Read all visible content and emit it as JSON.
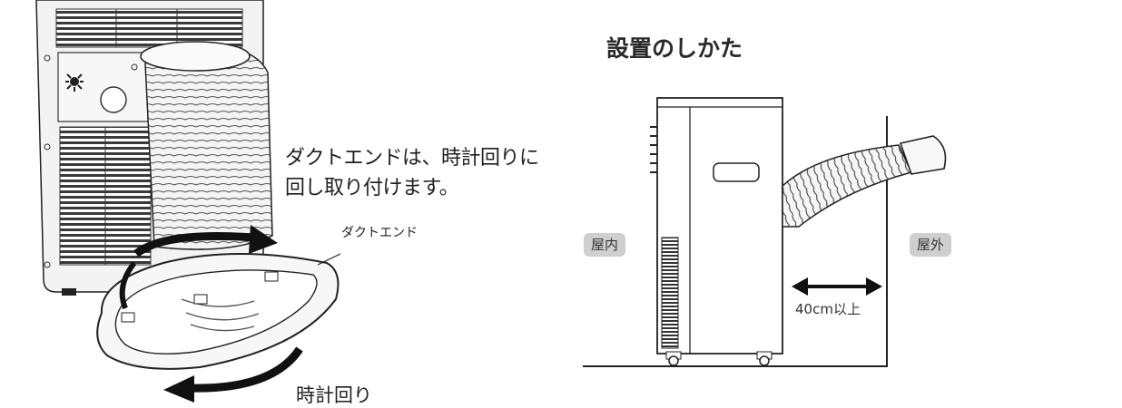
{
  "left_panel": {
    "instruction_line1": "ダクトエンドは、時計回りに",
    "instruction_line2": "回し取り付けます。",
    "duct_end_label": "ダクトエンド",
    "rotation_label": "時計回り",
    "icons": [
      "fan-light-icon",
      "clockwise-arrow-icon"
    ]
  },
  "right_panel": {
    "title": "設置のしかた",
    "indoor_label": "屋内",
    "outdoor_label": "屋外",
    "distance_label": "40cm以上"
  },
  "colors": {
    "line": "#222222",
    "badge": "#cfcfcf",
    "background": "#ffffff"
  }
}
